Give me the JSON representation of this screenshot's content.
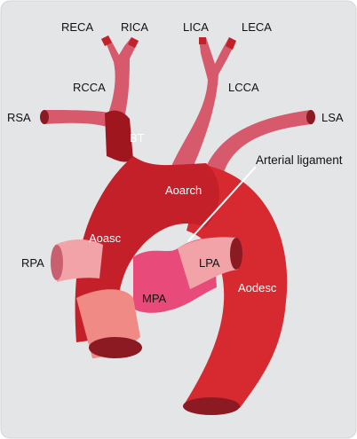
{
  "colors": {
    "background": "#e4e5e7",
    "aorta": "#c4202a",
    "aorta_dark": "#a0161f",
    "aorta_light": "#d72a30",
    "branch": "#d65a6c",
    "branch_light": "#e27886",
    "pulmonary_pink": "#e84a7a",
    "pulmonary_light": "#f2a3a8",
    "lumen": "#8b1a22"
  },
  "labels": {
    "reca": "RECA",
    "rica": "RICA",
    "lica": "LICA",
    "leca": "LECA",
    "rcca": "RCCA",
    "lcca": "LCCA",
    "rsa": "RSA",
    "lsa": "LSA",
    "bt": "BT",
    "arterial_ligament": "Arterial ligament",
    "aarch": "Aoarch",
    "aoasc": "Aoasc",
    "rpa": "RPA",
    "lpa": "LPA",
    "mpa": "MPA",
    "aodesc": "Aodesc"
  }
}
